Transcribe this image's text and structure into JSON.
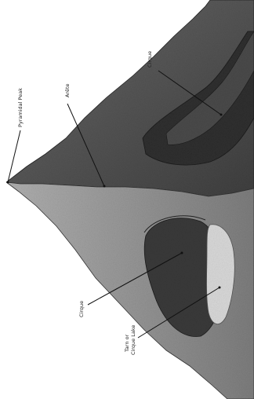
{
  "labels": {
    "pyramidal_peak": "Pyramidal Peak",
    "arete": "Arête",
    "cirque_upper": "Cirque",
    "cirque_lower": "Cirque",
    "tarn_line1": "Tarn or",
    "tarn_line2": "Cirque Lake"
  },
  "colors": {
    "sky": "#ffffff",
    "upper_face": "#5c5c5c",
    "upper_face_dark": "#3e3e3e",
    "lower_face": "#9a9a9a",
    "lower_face_dark": "#6e6e6e",
    "cirque_hollow": "#2f2f2f",
    "tarn": "#d6d6d6",
    "ink": "#111111"
  }
}
